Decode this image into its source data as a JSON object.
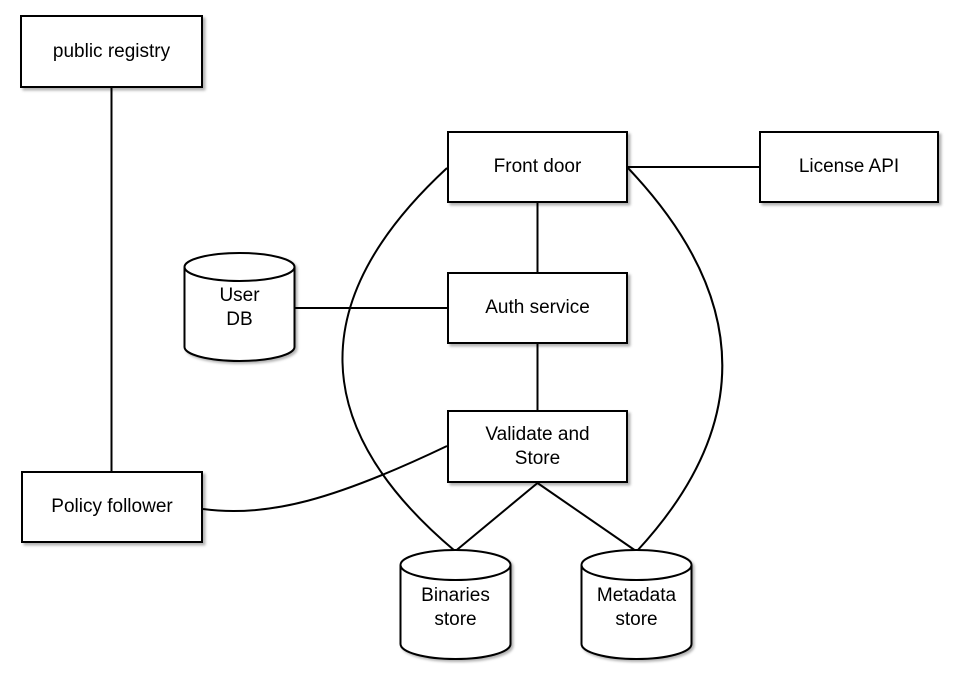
{
  "diagram": {
    "nodes": {
      "public_registry": {
        "label": "public registry",
        "shape": "rectangle"
      },
      "front_door": {
        "label": "Front door",
        "shape": "rectangle"
      },
      "license_api": {
        "label": "License API",
        "shape": "rectangle"
      },
      "user_db": {
        "label": "User\nDB",
        "shape": "cylinder"
      },
      "auth_service": {
        "label": "Auth service",
        "shape": "rectangle"
      },
      "validate_store": {
        "label": "Validate and\nStore",
        "shape": "rectangle"
      },
      "policy_follower": {
        "label": "Policy follower",
        "shape": "rectangle"
      },
      "binaries_store": {
        "label": "Binaries\nstore",
        "shape": "cylinder"
      },
      "metadata_store": {
        "label": "Metadata\nstore",
        "shape": "cylinder"
      }
    },
    "edges": [
      {
        "from": "public_registry",
        "to": "policy_follower",
        "style": "straight"
      },
      {
        "from": "front_door",
        "to": "license_api",
        "style": "straight"
      },
      {
        "from": "front_door",
        "to": "auth_service",
        "style": "straight"
      },
      {
        "from": "user_db",
        "to": "auth_service",
        "style": "straight"
      },
      {
        "from": "auth_service",
        "to": "validate_store",
        "style": "straight"
      },
      {
        "from": "front_door",
        "to": "binaries_store",
        "style": "curved-left"
      },
      {
        "from": "front_door",
        "to": "metadata_store",
        "style": "curved-right"
      },
      {
        "from": "validate_store",
        "to": "binaries_store",
        "style": "straight"
      },
      {
        "from": "validate_store",
        "to": "metadata_store",
        "style": "straight"
      },
      {
        "from": "policy_follower",
        "to": "validate_store",
        "style": "curved"
      }
    ],
    "colors": {
      "node_fill": "#ffffff",
      "node_stroke": "#000000",
      "background": "#ffffff"
    }
  }
}
